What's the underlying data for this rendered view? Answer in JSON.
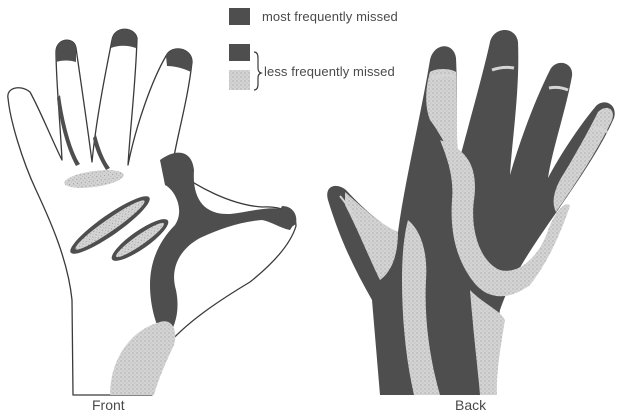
{
  "legend": {
    "items": [
      {
        "label": "most frequently missed",
        "swatch": "dark"
      },
      {
        "label": "",
        "swatch": "dark-small"
      },
      {
        "label": "less frequently missed",
        "swatch": "stipple"
      }
    ],
    "bracket_label": "less frequently missed",
    "primary_label": "most frequently missed"
  },
  "captions": {
    "front": "Front",
    "back": "Back"
  },
  "colors": {
    "dark": "#4e4e4e",
    "stipple_base": "#d4d4d4",
    "stipple_dot": "#9a9a9a",
    "outline": "#3a3a3a",
    "text": "#4a4a4a"
  }
}
